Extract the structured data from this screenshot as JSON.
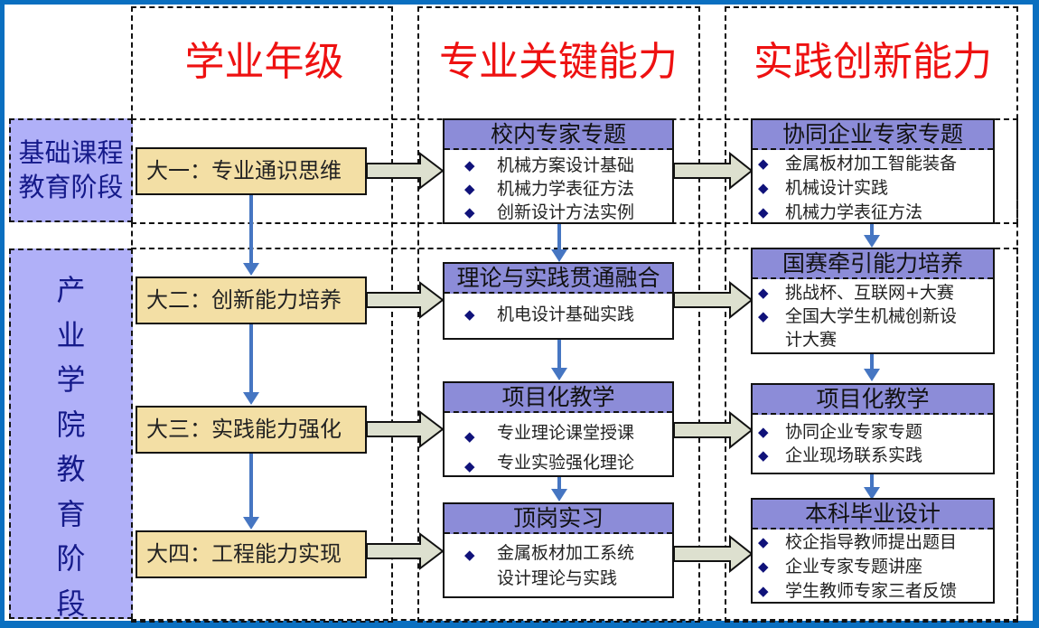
{
  "columns": {
    "grade": "学业年级",
    "key_ability": "专业关键能力",
    "practice_innovation": "实践创新能力"
  },
  "stages": {
    "foundation": "基础课程教育阶段",
    "foundation_lines": [
      "基础课程",
      "教育阶段"
    ],
    "industry": "产业学院教育阶段",
    "industry_chars": [
      "产",
      "业",
      "学",
      "院",
      "教",
      "育",
      "阶",
      "段"
    ]
  },
  "years": [
    {
      "label": "大一：专业通识思维"
    },
    {
      "label": "大二：创新能力培养"
    },
    {
      "label": "大三：实践能力强化"
    },
    {
      "label": "大四：工程能力实现"
    }
  ],
  "key_ability_cards": [
    {
      "title": "校内专家专题",
      "items": [
        "机械方案设计基础",
        "机械力学表征方法",
        "创新设计方法实例"
      ]
    },
    {
      "title": "理论与实践贯通融合",
      "items": [
        "机电设计基础实践"
      ]
    },
    {
      "title": "项目化教学",
      "items": [
        "专业理论课堂授课",
        "专业实验强化理论"
      ]
    },
    {
      "title": "顶岗实习",
      "items": [
        "金属板材加工系统",
        "设计理论与实践"
      ]
    }
  ],
  "practice_cards": [
    {
      "title": "协同企业专家专题",
      "items": [
        "金属板材加工智能装备",
        "机械设计实践",
        "机械力学表征方法"
      ]
    },
    {
      "title": "国赛牵引能力培养",
      "items": [
        "挑战杯、互联网+大赛",
        "全国大学生机械创新设",
        "计大赛"
      ]
    },
    {
      "title": "项目化教学",
      "items": [
        "协同企业专家专题",
        "企业现场联系实践"
      ]
    },
    {
      "title": "本科毕业设计",
      "items": [
        "校企指导教师提出题目",
        "企业专家专题讲座",
        "学生教师专家三者反馈"
      ]
    }
  ],
  "bullet_glyph": "◆",
  "colors": {
    "frame": "#0a6fc0",
    "title_red": "#ee1111",
    "stage_fill": "#b0b0f8",
    "stage_text": "#151a8a",
    "year_fill": "#f3dfa5",
    "card_header": "#8c8cd8",
    "arrow_blue": "#4676c2",
    "fat_arrow_fill": "#dde0cf",
    "bullet": "#10127a"
  }
}
